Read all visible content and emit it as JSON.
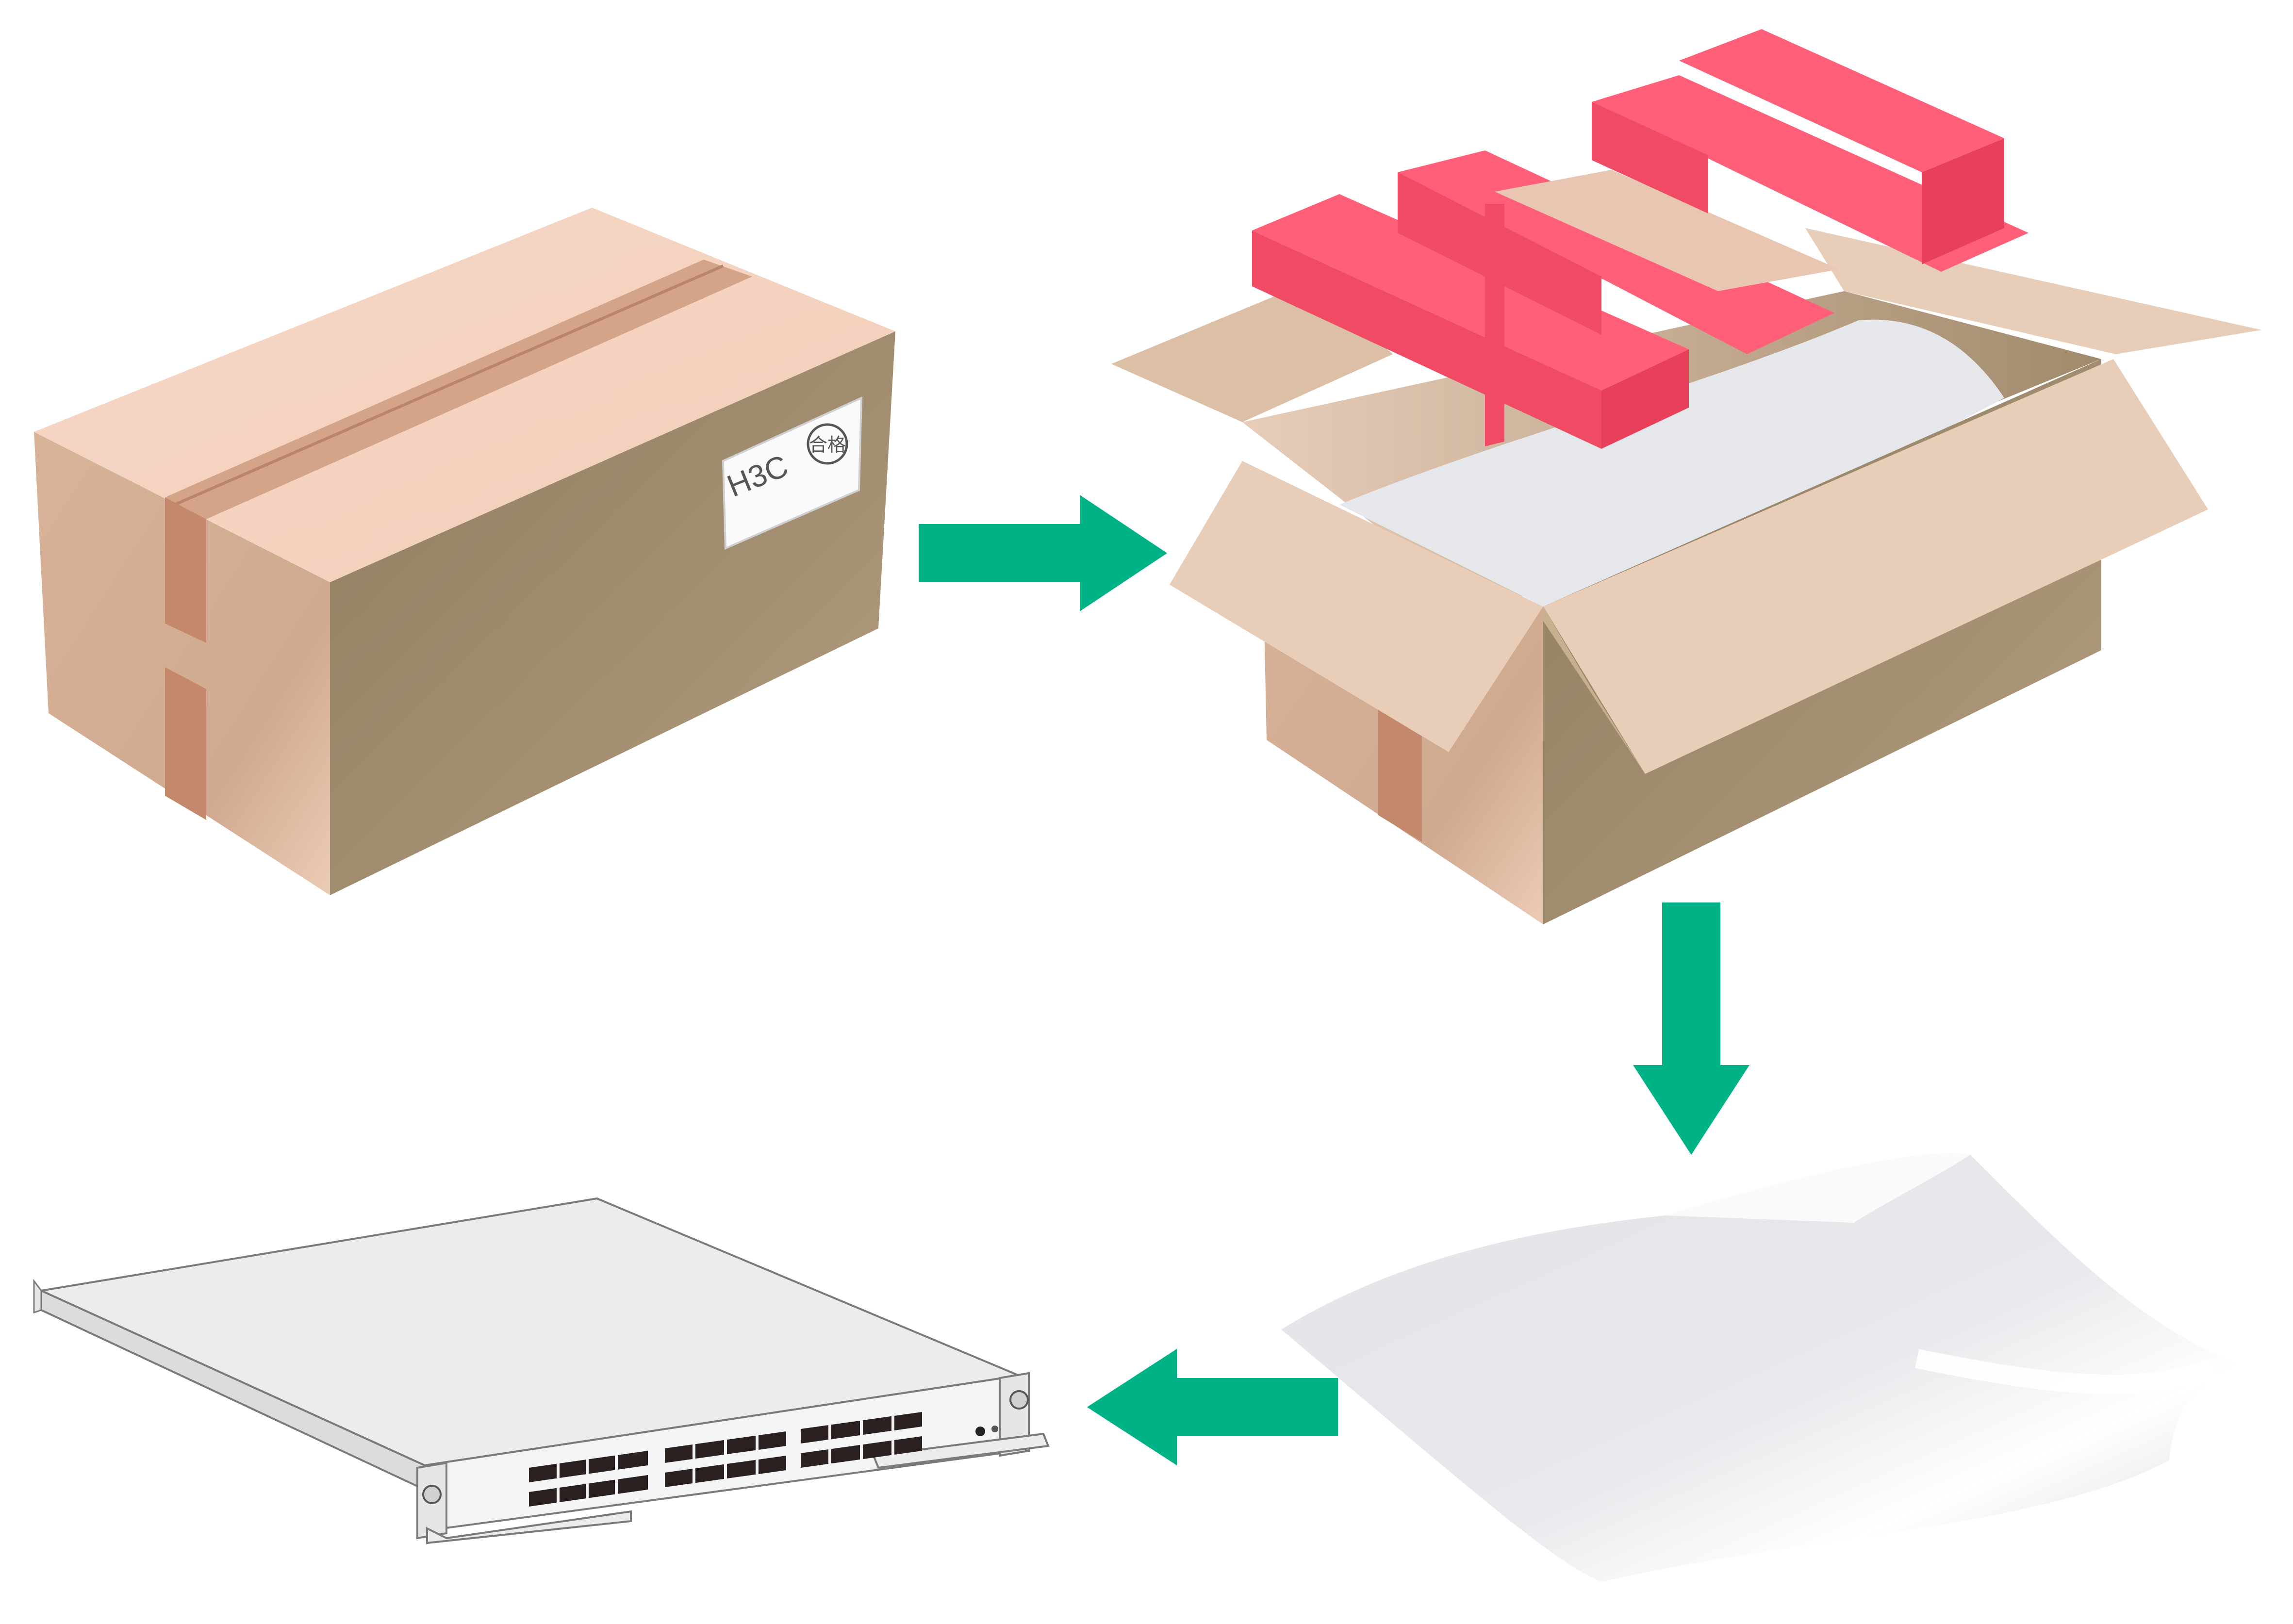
{
  "diagram": {
    "steps": [
      {
        "id": "sealed-box",
        "label_brand": "H3C",
        "label_stamp": "合格"
      },
      {
        "id": "open-box-with-foam"
      },
      {
        "id": "antistatic-bag"
      },
      {
        "id": "line-card"
      }
    ],
    "arrows": [
      {
        "from": "sealed-box",
        "to": "open-box-with-foam",
        "direction": "right"
      },
      {
        "from": "open-box-with-foam",
        "to": "antistatic-bag",
        "direction": "down"
      },
      {
        "from": "antistatic-bag",
        "to": "line-card",
        "direction": "left"
      }
    ]
  },
  "colors": {
    "arrow": "#00b386",
    "box_top": "#f4d5c3",
    "box_front": "#9a8668",
    "box_side": "#d2ab8e",
    "tape": "#c89478",
    "foam": "#f0506a",
    "foam_light": "#ff6a80",
    "bag": "#e4e5e9",
    "card": "#ececee",
    "card_outline": "#7a7a7a",
    "port": "#2a2020"
  }
}
